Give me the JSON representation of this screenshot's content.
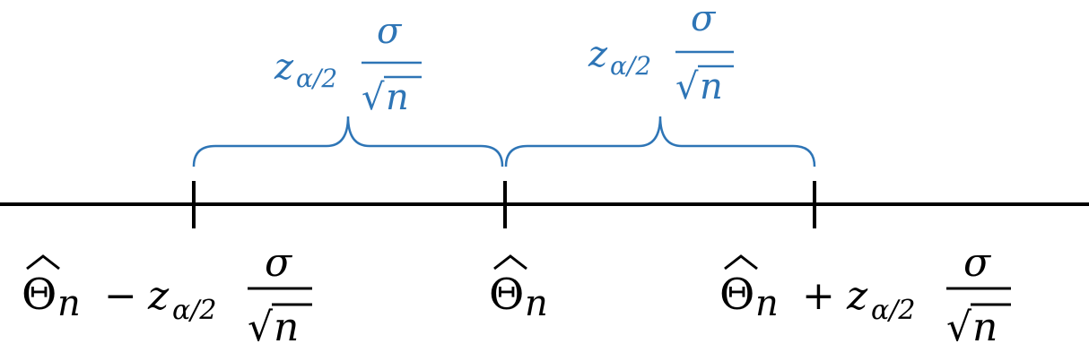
{
  "colors": {
    "axis": "#000000",
    "annotation": "#2E75B6"
  },
  "annotations": [
    {
      "z": "z",
      "sub": "α/2",
      "num": "σ",
      "root": "√",
      "den": "n"
    },
    {
      "z": "z",
      "sub": "α/2",
      "num": "σ",
      "root": "√",
      "den": "n"
    }
  ],
  "ticks": {
    "left": {
      "theta": "Θ",
      "sub": "n",
      "op": "−",
      "z": "z",
      "zsub": "α/2",
      "num": "σ",
      "root": "√",
      "den": "n"
    },
    "center": {
      "theta": "Θ",
      "sub": "n"
    },
    "right": {
      "theta": "Θ",
      "sub": "n",
      "op": "+",
      "z": "z",
      "zsub": "α/2",
      "num": "σ",
      "root": "√",
      "den": "n"
    }
  }
}
